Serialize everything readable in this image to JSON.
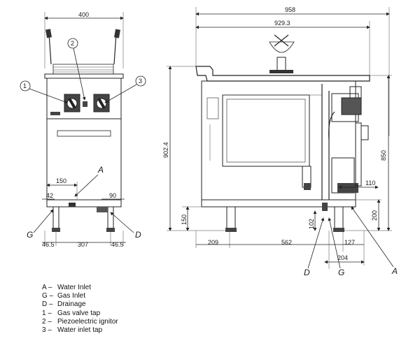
{
  "dimensions": {
    "front_width": "400",
    "side_total_width": "958",
    "side_top_width": "929.3",
    "overall_height": "902.4",
    "work_height": "850",
    "gas_inlet_height": "200",
    "drain_height": "102",
    "feet_height": "150",
    "inlet_offset": "150",
    "left_offset": "42",
    "right_offset": "90",
    "foot_left": "46.5",
    "foot_span": "307",
    "foot_right": "46.5",
    "side_front": "209",
    "side_mid": "562",
    "side_rear": "127",
    "side_drain": "204",
    "side_water": "110"
  },
  "callouts": {
    "c1": "1",
    "c2": "2",
    "c3": "3",
    "a_front": "A",
    "g_front": "G",
    "d_front": "D",
    "d_side": "D",
    "g_side": "G",
    "a_side": "A"
  },
  "legend": [
    {
      "key": "A –",
      "text": "Water Inlet"
    },
    {
      "key": "G –",
      "text": "Gas Inlet"
    },
    {
      "key": "D –",
      "text": "Drainage"
    },
    {
      "key": "1 –",
      "text": "Gas valve tap"
    },
    {
      "key": "2 –",
      "text": "Piezoelectric ignitor"
    },
    {
      "key": "3 –",
      "text": "Water inlet tap"
    }
  ]
}
